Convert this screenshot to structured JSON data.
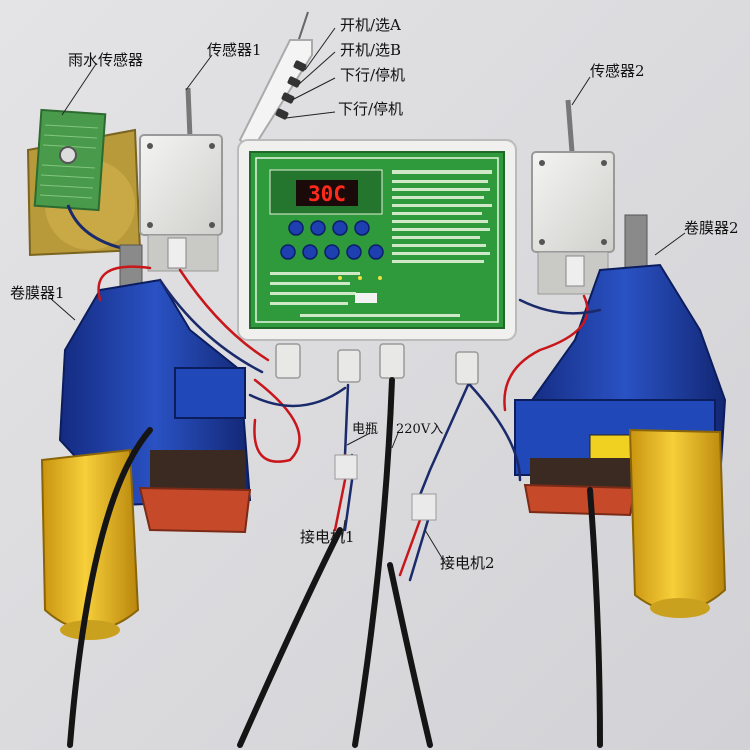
{
  "labels": {
    "rain_sensor": "雨水传感器",
    "sensor1": "传感器1",
    "sensor2": "传感器2",
    "remote_a": "开机/选A",
    "remote_b": "开机/选B",
    "remote_c": "下行/停机",
    "remote_d": "下行/停机",
    "roller1": "卷膜器1",
    "roller2": "卷膜器2",
    "battery": "电瓶",
    "power_in": "220V入",
    "motor1": "接电机1",
    "motor2": "接电机2"
  },
  "controller": {
    "display": "30C"
  },
  "colors": {
    "background": "#dcdcde",
    "panel_green": "#2f9a3c",
    "motor_blue": "#1f3fa8",
    "cylinder_yellow": "#f0c020",
    "wire_red": "#c8161b",
    "display_red": "#ff2a1a"
  }
}
